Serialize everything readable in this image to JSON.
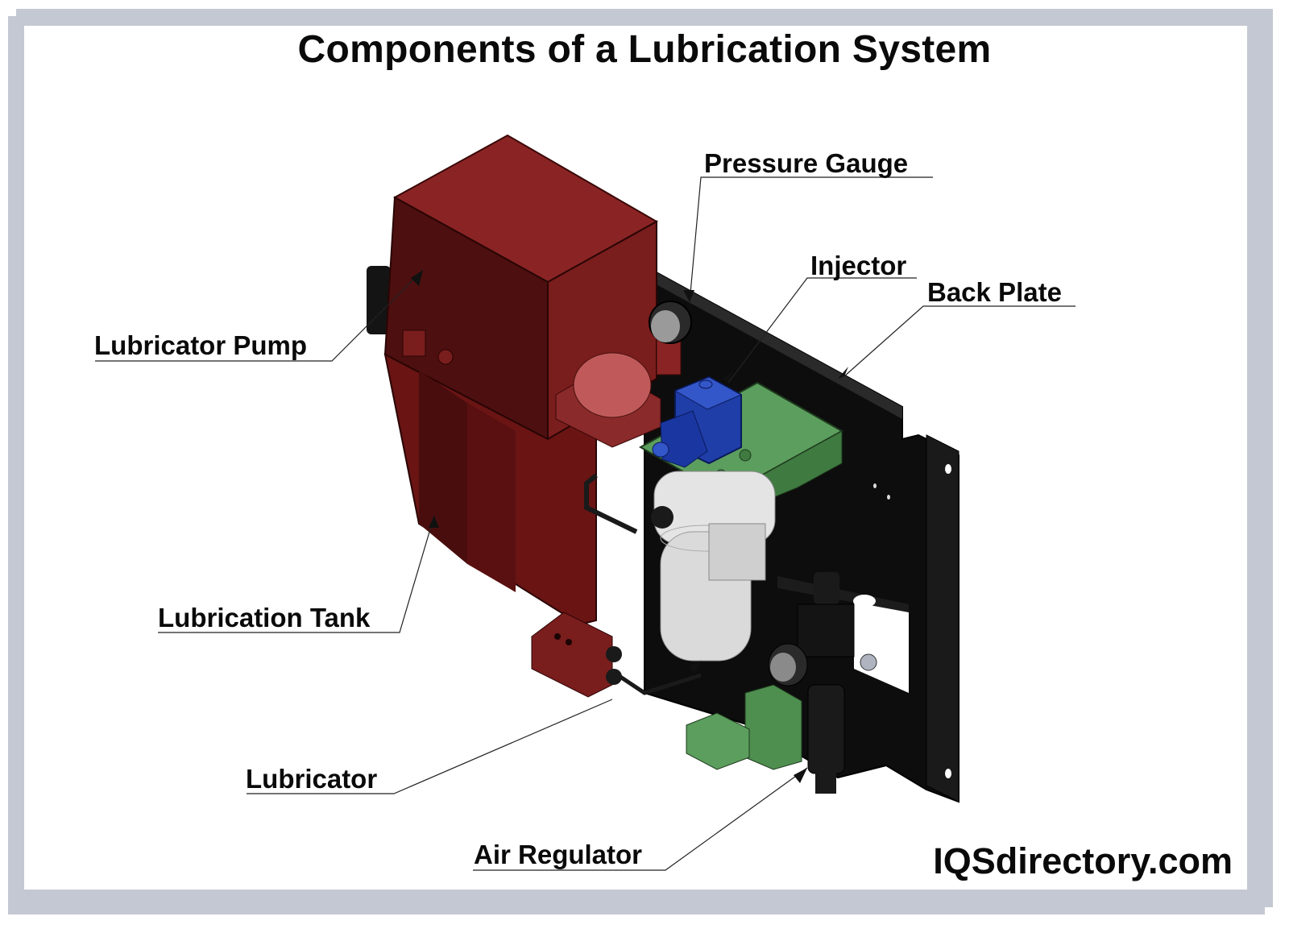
{
  "title": "Components of a Lubrication System",
  "brand": "IQSdirectory.com",
  "colors": {
    "frame": "#c4c8d2",
    "tank_red": "#7a1d1d",
    "tank_red_dark": "#4a0e0e",
    "injector_blue": "#1f3ea8",
    "bracket_green": "#4e8f4f",
    "back_plate": "#0d0d0d",
    "bowl_clear": "#d8d8d8"
  },
  "labels": [
    {
      "id": "pressure-gauge",
      "text": "Pressure Gauge"
    },
    {
      "id": "injector",
      "text": "Injector"
    },
    {
      "id": "back-plate",
      "text": "Back Plate"
    },
    {
      "id": "lubricator-pump",
      "text": "Lubricator Pump"
    },
    {
      "id": "lubrication-tank",
      "text": "Lubrication Tank"
    },
    {
      "id": "lubricator",
      "text": "Lubricator"
    },
    {
      "id": "air-regulator",
      "text": "Air Regulator"
    }
  ]
}
